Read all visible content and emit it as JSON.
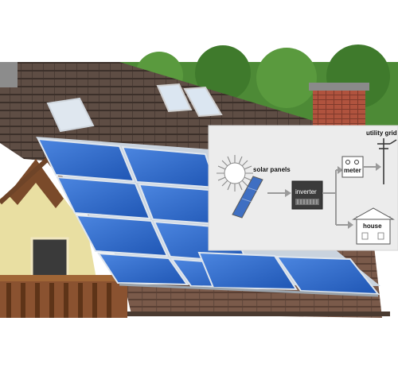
{
  "diagram": {
    "labels": {
      "solar_panels": "solar panels",
      "inverter": "inverter",
      "meter": "meter",
      "utility_grid": "utility grid",
      "house": "house"
    },
    "icons": [
      "sun-icon",
      "solar-panel-icon",
      "inverter-icon",
      "meter-icon",
      "utility-pole-icon",
      "house-icon"
    ]
  },
  "colors": {
    "panel_blue": "#2f6fd0",
    "roof_brown": "#5b4a41",
    "wood": "#7a4a2a",
    "wall_yellow": "#e9dfa2",
    "chimney_red": "#a64a38",
    "foliage_green": "#4d8a36",
    "flow_arrow": "#9a9a9a",
    "diagram_bg": "#ececec"
  }
}
